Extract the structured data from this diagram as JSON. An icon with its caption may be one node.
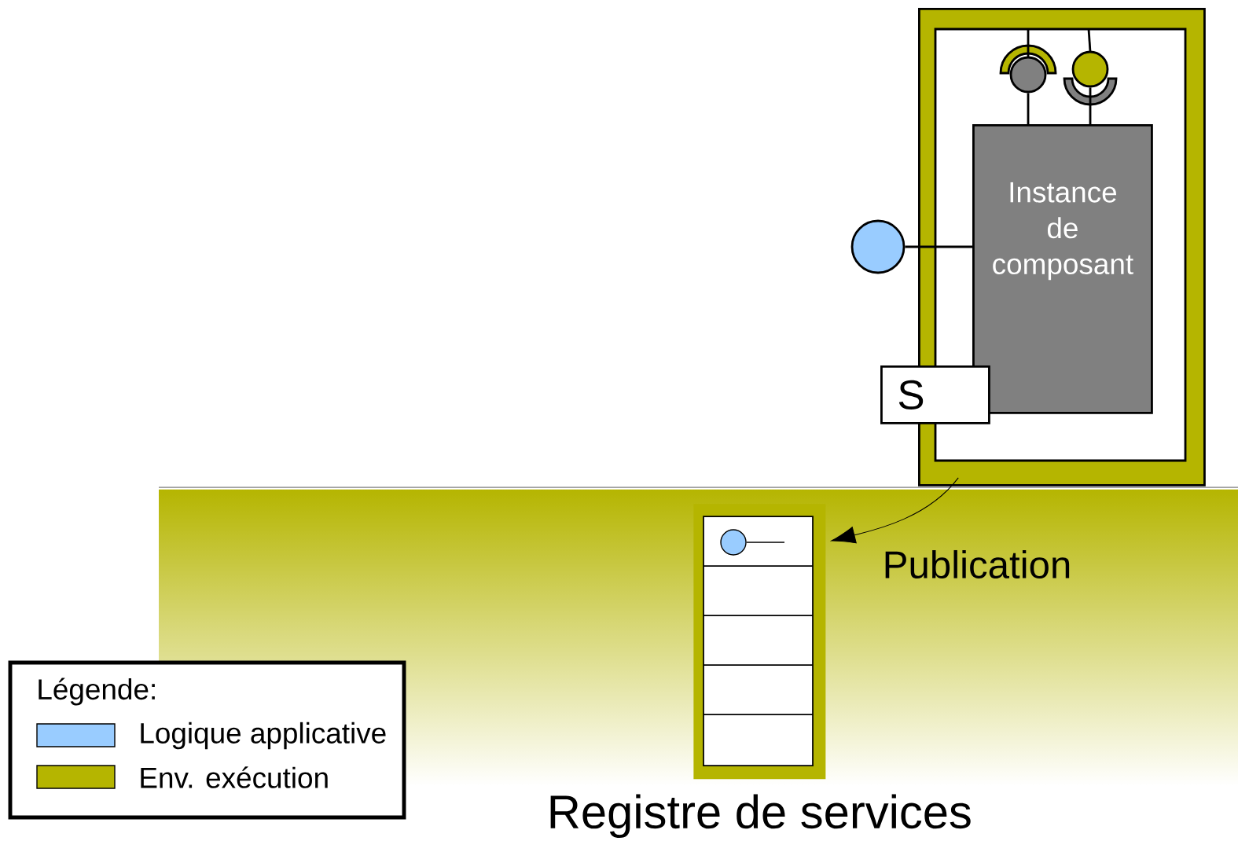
{
  "diagram": {
    "nodes": [
      {
        "text": [],
        "shape": "box"
      },
      {
        "text": [
          "Instance de composant"
        ],
        "in": 0
      },
      {
        "text": [
          "S"
        ]
      },
      {
        "text": [],
        "shape": "circle"
      },
      {
        "text": [],
        "shape": "circle",
        "in": 0
      },
      {
        "text": [],
        "shape": "circle",
        "in": 0
      },
      {
        "text": [
          "Registre de services"
        ]
      },
      {
        "text": [],
        "shape": "circle",
        "in": 6
      }
    ],
    "edges": [
      {
        "from": 3,
        "to": 1,
        "arrow": "none"
      },
      {
        "from": 4,
        "to": 1,
        "arrow": "none"
      },
      {
        "from": 5,
        "to": 1,
        "arrow": "none"
      },
      {
        "from": 0,
        "to": 6,
        "arrow": "to",
        "label": "Publication"
      }
    ],
    "labels": [
      "Légende:"
    ],
    "legend": [
      {
        "text": "Logique applicative",
        "color": "#99ccff"
      },
      {
        "text": "Env. exécution",
        "color": "#b5b500"
      }
    ]
  }
}
